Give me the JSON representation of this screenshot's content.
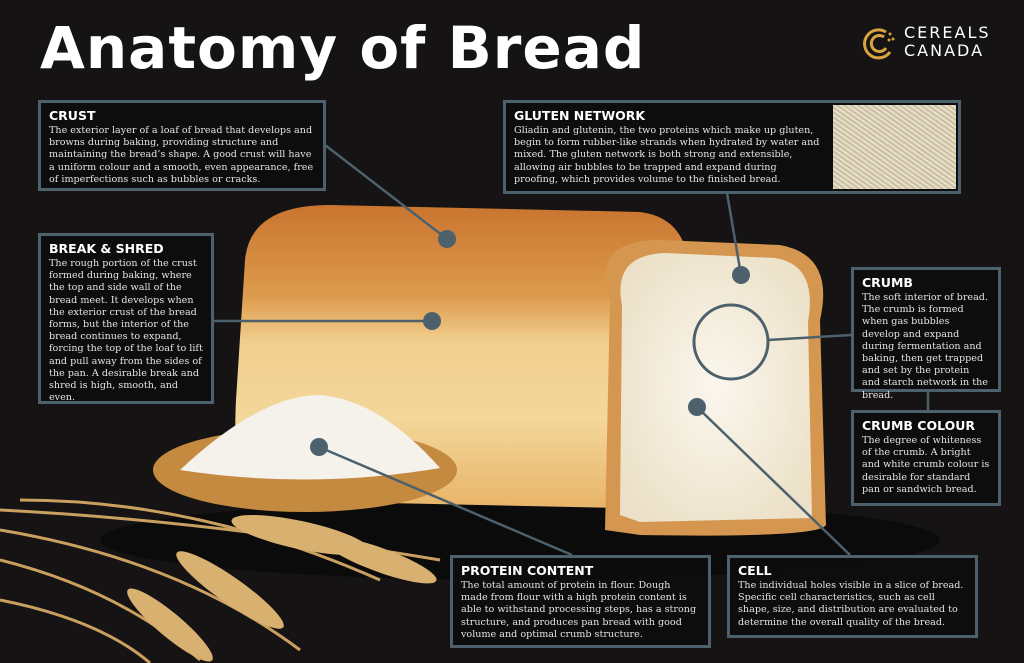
{
  "title": "Anatomy of Bread",
  "logo": {
    "line1": "CEREALS",
    "line2": "CANADA",
    "color": "#d9a43f"
  },
  "colors": {
    "background": "#151313",
    "box_border": "#4d616d",
    "marker": "#4d616d"
  },
  "callouts": {
    "crust": {
      "heading": "CRUST",
      "text": "The exterior layer of a loaf of bread that develops and browns during baking, providing structure and maintaining the bread’s shape.  A good crust will have a uniform colour and a smooth, even appearance, free of imperfections such as bubbles or cracks."
    },
    "break_shred": {
      "heading": "BREAK & SHRED",
      "text": "The rough portion of the crust formed during baking, where the top and side wall of the bread meet. It develops when the exterior crust of the bread forms, but the interior of the bread continues to expand, forcing the top of the loaf to lift and pull away from the sides of the pan. A desirable break and shred is high, smooth, and even."
    },
    "gluten": {
      "heading": "GLUTEN NETWORK",
      "text": "Gliadin and glutenin, the two proteins which make up gluten, begin to form rubber-like strands when hydrated by water and mixed. The gluten network is both strong and extensible, allowing air bubbles to be trapped and expand during proofing, which provides volume to the finished bread."
    },
    "crumb": {
      "heading": "CRUMB",
      "text": "The soft interior of bread. The crumb is formed when gas bubbles develop and expand during fermentation and baking, then get trapped and set by the protein and starch network in the bread."
    },
    "crumb_colour": {
      "heading": "CRUMB COLOUR",
      "text": "The degree of whiteness of the crumb. A bright and white crumb colour is desirable for standard pan or sandwich bread."
    },
    "cell": {
      "heading": "CELL",
      "text": "The individual holes visible in a slice of bread. Specific cell characteristics, such as cell shape, size, and distribution are evaluated to determine the overall quality of the bread."
    },
    "protein": {
      "heading": "PROTEIN CONTENT",
      "text": "The total amount of protein in flour. Dough made from flour with a high protein content is able to withstand processing steps, has a strong structure, and produces pan bread with good volume and optimal crumb structure."
    }
  }
}
